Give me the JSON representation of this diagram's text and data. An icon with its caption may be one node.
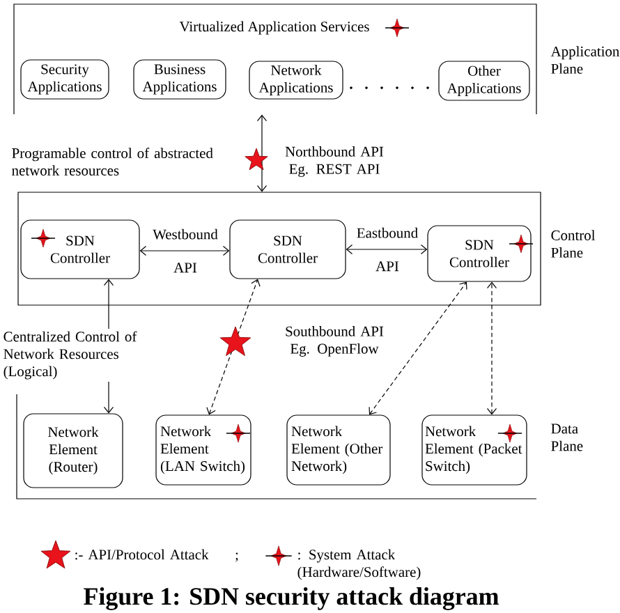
{
  "diagram": {
    "nodes": [
      {
        "text": [
          "Virtualized Application Services",
          "Application Plane"
        ]
      },
      {
        "text": [
          "Security Applications"
        ],
        "in": 0
      },
      {
        "text": [
          "Business Applications"
        ],
        "in": 0
      },
      {
        "text": [
          "Network Applications"
        ],
        "in": 0
      },
      {
        "text": [
          "Other Applications"
        ],
        "in": 0
      },
      {
        "text": [
          "Control Plane"
        ]
      },
      {
        "text": [
          "SDN Controller"
        ],
        "in": 5
      },
      {
        "text": [
          "SDN Controller"
        ],
        "in": 5
      },
      {
        "text": [
          "SDN Controller"
        ],
        "in": 5
      },
      {
        "text": [
          "Data Plane"
        ]
      },
      {
        "text": [
          "Network Element (Router)"
        ],
        "in": 9
      },
      {
        "text": [
          "Network Element (LAN Switch)"
        ],
        "in": 9
      },
      {
        "text": [
          "Network Element (Other Network)"
        ],
        "in": 9
      },
      {
        "text": [
          "Network Element (Packet Switch)"
        ],
        "in": 9
      }
    ],
    "edges": [
      {
        "from": 5,
        "to": 0,
        "arrow": "both",
        "label": "Northbound API Eg. REST API"
      },
      {
        "from": 6,
        "to": 7,
        "arrow": "both",
        "label": "Westbound API"
      },
      {
        "from": 7,
        "to": 8,
        "arrow": "both",
        "label": "Eastbound API"
      },
      {
        "from": 6,
        "to": 10,
        "arrow": "both",
        "label": "Centralized Control of Network Resources (Logical)"
      },
      {
        "from": 11,
        "to": 7,
        "arrow": "both",
        "style": "dashed"
      },
      {
        "from": 12,
        "to": 8,
        "arrow": "both",
        "style": "dashed"
      },
      {
        "from": 13,
        "to": 8,
        "arrow": "both",
        "style": "dashed"
      }
    ],
    "labels": [
      "Programable control of abstracted network resources",
      "Southbound API Eg. OpenFlow",
      ";"
    ],
    "legend": [
      {
        "text": ":- API/Protocol Attack"
      },
      {
        "text": ": System Attack (Hardware/Software)"
      }
    ],
    "caption": "Figure 1: SDN security attack diagram"
  }
}
